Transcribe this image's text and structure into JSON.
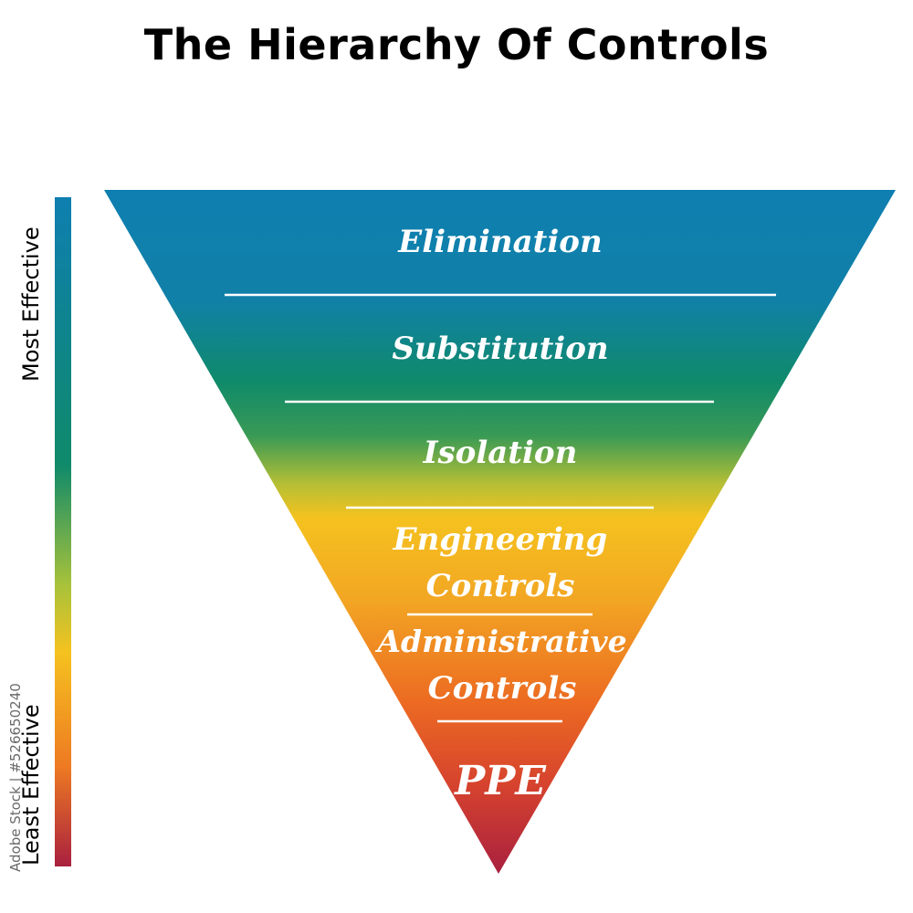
{
  "title": "The Hierarchy Of Controls",
  "scale": {
    "most_label": "Most Effective",
    "least_label": "Least Effective"
  },
  "levels": [
    {
      "lines": [
        "Elimination"
      ]
    },
    {
      "lines": [
        "Substitution"
      ]
    },
    {
      "lines": [
        "Isolation"
      ]
    },
    {
      "lines": [
        "Engineering",
        "Controls"
      ]
    },
    {
      "lines": [
        "Administrative",
        "Controls"
      ]
    },
    {
      "lines": [
        "PPE"
      ]
    }
  ],
  "colors": {
    "top": "#0e7fb0",
    "teal": "#0f8a6a",
    "yellow": "#f5c21f",
    "orange": "#ee7a22",
    "red": "#a9203f"
  },
  "watermark": "Adobe Stock | #526650240"
}
